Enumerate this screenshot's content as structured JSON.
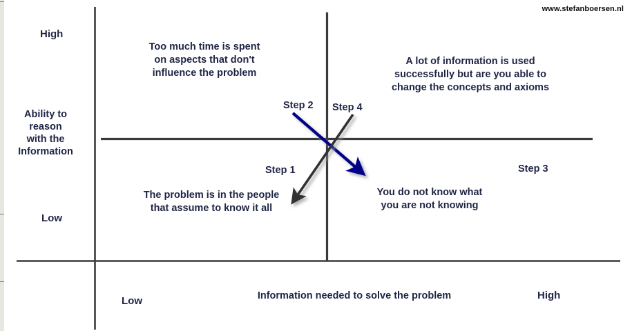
{
  "watermark": "www.stefanboersen.nl",
  "axes": {
    "y": {
      "title": "Ability to\nreason\nwith the\nInformation",
      "high_label": "High",
      "low_label": "Low",
      "arrow": "double-headed-vertical-arrow"
    },
    "x": {
      "title": "Information needed to solve the problem",
      "low_label": "Low",
      "high_label": "High",
      "arrow": "double-headed-horizontal-arrow"
    }
  },
  "quadrants": [
    {
      "name": "top-left",
      "text": "Too much time is spent\non aspects that don't\ninfluence the problem"
    },
    {
      "name": "top-right",
      "text": "A lot of information is used\nsuccessfully but are you able to\nchange the concepts and axioms"
    },
    {
      "name": "bottom-left",
      "text": "The problem is in the people\nthat assume to know it all"
    },
    {
      "name": "bottom-right",
      "text": "You do not know what\nyou are not knowing"
    }
  ],
  "steps": [
    {
      "label": "Step 1",
      "color": "#cc0000",
      "direction": "up",
      "icon": "red-up-arrow"
    },
    {
      "label": "Step 2",
      "color": "#00008b",
      "direction": "down-right",
      "icon": "blue-diagonal-arrow"
    },
    {
      "label": "Step 3",
      "color": "#008000",
      "direction": "up",
      "icon": "green-up-arrow"
    },
    {
      "label": "Step 4",
      "color": "#333333",
      "direction": "down-left",
      "icon": "black-diagonal-arrow"
    }
  ],
  "colors": {
    "text": "#1f2544",
    "grid": "#3a3a3a",
    "step1": "#cc0000",
    "step2": "#00008b",
    "step3": "#008000",
    "step4": "#333333",
    "strip": "#e8e6e1"
  }
}
